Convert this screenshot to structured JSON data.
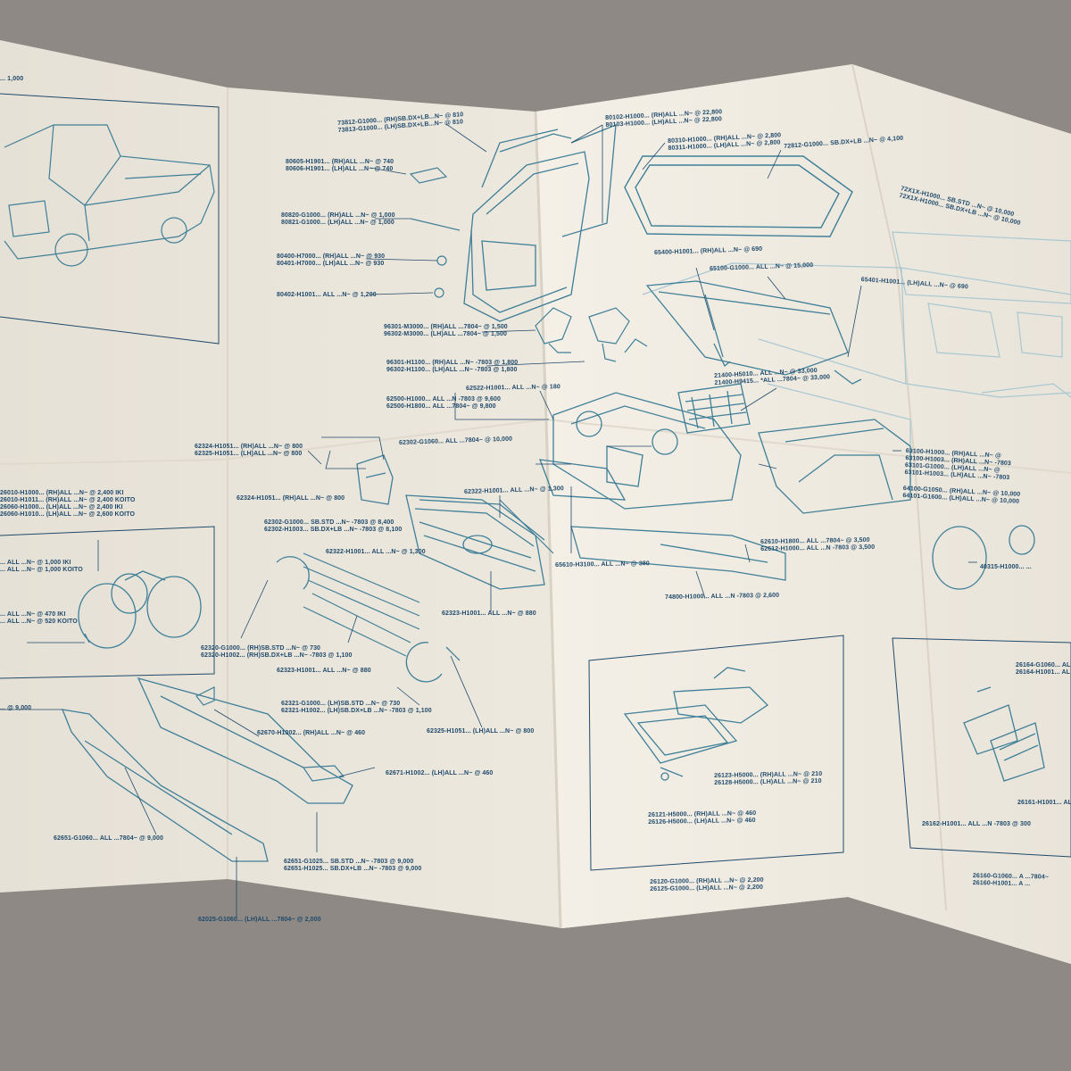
{
  "colors": {
    "paper": "#f2eee4",
    "paper_shadow": "#e4dfd3",
    "background": "#8f8a85",
    "ink": "#1f4a6c",
    "line": "#3f7f98"
  },
  "callouts": {
    "door_glass_upper": [
      "73812-G1000... (RH)SB.DX+LB...N~ @ 810",
      "73813-G1000... (LH)SB.DX+LB...N~ @ 810"
    ],
    "door_panel": [
      "80102-H1000... (RH)ALL ...N~ @ 22,800",
      "80103-H1000... (LH)ALL ...N~ @ 22,800"
    ],
    "door_weatherstrip": [
      "80310-H1000... (RH)ALL ...N~ @ 2,800",
      "80311-H1000... (LH)ALL ...N~ @ 2,800"
    ],
    "windshield": [
      "72812-G1000... SB.DX+LB ...N~ @ 4,100"
    ],
    "rear_glass": [
      "72X1X-H1000... SB.STD ...N~ @ 10,000",
      "72X1X-H1000... SB.DX+LB ...N~ @ 10,000"
    ],
    "door_handle": [
      "80605-H1901... (RH)ALL ...N~ @ 740",
      "80606-H1901... (LH)ALL ...N~ @ 740"
    ],
    "door_moulding": [
      "80820-G1000... (RH)ALL ...N~ @ 1,000",
      "80821-G1000... (LH)ALL ...N~ @ 1,000"
    ],
    "door_lock": [
      "80400-H7000... (RH)ALL ...N~ @ 930",
      "80401-H7000... (LH)ALL ...N~ @ 930"
    ],
    "door_striker": [
      "80402-H1001... ALL ...N~ @ 1,200"
    ],
    "mirror_a": [
      "96301-M3000... (RH)ALL ...7804~ @ 1,500",
      "96302-M3000... (LH)ALL ...7804~ @ 1,500"
    ],
    "mirror_b": [
      "96301-H1100... (RH)ALL ...N~ -7803 @ 1,800",
      "96302-H1100... (LH)ALL ...N~ -7803 @ 1,800"
    ],
    "hood_hinge_rh": [
      "65400-H1001... (RH)ALL ...N~ @ 690"
    ],
    "hood": [
      "65100-G1000... ALL ...N~ @ 15,000"
    ],
    "hood_hinge_lh": [
      "65401-H1001... (LH)ALL ...N~ @ 690"
    ],
    "radiator": [
      "21400-H5010... ALL ...N~ @ 33,000",
      "21400-H9415... *ALL ...7804~ @ 33,000"
    ],
    "radiator_support": [
      "62500-H1000... ALL ...N -7803 @ 9,600",
      "62500-H1800... ALL ...7804~ @ 9,800"
    ],
    "grille_clip_top": [
      "62522-H1001... ALL ...N~ @ 180"
    ],
    "headlamp_bezel": [
      "62324-H1051... (RH)ALL ...N~ @ 800",
      "62325-H1051... (LH)ALL ...N~ @ 800"
    ],
    "grille_upper": [
      "62302-G1060... ALL ...7804~ @ 10,000"
    ],
    "grille_moulding": [
      "62322-H1001... ALL ...N~ @ 1,300"
    ],
    "fender": [
      "63100-H1000... (RH)ALL ...N~ @ ",
      "63100-H1003... (RH)ALL ...N~ -7803",
      "63101-G1000... (LH)ALL ...N~ @ ",
      "63101-H1003... (LH)ALL ...N~ -7803"
    ],
    "fender_moulding": [
      "64100-G1050... (RH)ALL ...N~ @ 10,000",
      "64101-G1600... (LH)ALL ...N~ @ 10,000"
    ],
    "sealed_beam": [
      "26010-H1000... (RH)ALL ...N~ @ 2,400 IKI",
      "26010-H1011... (RH)ALL ...N~ @ 2,400 KOITO",
      "26060-H1000... (LH)ALL ...N~ @ 2,400 IKI",
      "26060-H1010... (LH)ALL ...N~ @ 2,600 KOITO"
    ],
    "headlamp_mount": [
      "... ALL ...N~ @ 1,000 IKI",
      "... ALL ...N~ @ 1,000 KOITO"
    ],
    "headlamp_ring": [
      "... ALL ...N~ @ 470 IKI",
      "... ALL ...N~ @ 520 KOITO"
    ],
    "headlamp_bezel_mid": [
      "62324-H1051... (RH)ALL ...N~ @ 800"
    ],
    "grille_assy": [
      "62302-G1000... SB.STD ...N~ -7803 @ 8,400",
      "62302-H1003... SB.DX+LB ...N~ -7803 @ 8,100"
    ],
    "grille_moulding_mid": [
      "62322-H1001... ALL ...N~ @ 1,300"
    ],
    "grille_lower_moulding_a": [
      "62323-H1001... ALL ...N~ @ 880"
    ],
    "front_panel": [
      "65610-H3100... ALL ...N~ @ 380"
    ],
    "apron": [
      "62610-H1800... ALL ...7804~ @ 3,500",
      "62612-H1000... ALL ...N -7803 @ 3,500"
    ],
    "valance": [
      "74800-H1000... ALL ...N -7803 @ 2,600"
    ],
    "round_lamp": [
      "40315-H1000... ..."
    ],
    "grille_bracket_rh": [
      "62320-G1000... (RH)SB.STD ...N~ @ 730",
      "62320-H1002... (RH)SB.DX+LB ...N~ -7803 @ 1,100"
    ],
    "grille_lower_moulding_b": [
      "62323-H1001... ALL ...N~ @ 880"
    ],
    "grille_bracket_lh": [
      "62321-G1000... (LH)SB.STD ...N~ @ 730",
      "62321-H1002... (LH)SB.DX+LB ...N~ -7803 @ 1,100"
    ],
    "bezel_lh": [
      "62325-H1051... (LH)ALL ...N~ @ 800"
    ],
    "bumper_left": [
      "... @ 9,000"
    ],
    "bumper_bracket_rh": [
      "62670-H1002... (RH)ALL ...N~ @ 460"
    ],
    "bumper_bracket_lh": [
      "62671-H1002... (LH)ALL ...N~ @ 460"
    ],
    "bumper_assy": [
      "62651-G1060... ALL ...7804~ @ 9,000"
    ],
    "bumper_bar": [
      "62651-G1025... SB.STD ...N~ -7803 @ 9,000",
      "62651-H1025... SB.DX+LB ...N~ -7803 @ 9,000"
    ],
    "bumper_end": [
      "62025-G1060... (LH)ALL ...7804~ @ 2,000"
    ],
    "turn_lamp_lens": [
      "26123-H5000... (RH)ALL ...N~ @ 210",
      "26128-H5000... (LH)ALL ...N~ @ 210"
    ],
    "turn_lamp_housing": [
      "26121-H5000... (RH)ALL ...N~ @ 460",
      "26126-H5000... (LH)ALL ...N~ @ 460"
    ],
    "turn_lamp_assy": [
      "26120-G1000... (RH)ALL ...N~ @ 2,200",
      "26125-G1000... (LH)ALL ...N~ @ 2,200"
    ],
    "side_lamp_top": [
      "26164-G1060... AL",
      "26164-H1001... AL"
    ],
    "side_lamp_lens": [
      "26161-H1001... AL"
    ],
    "side_lamp_base": [
      "26162-H1001... ALL ...N -7803 @ 300"
    ],
    "side_lamp_assy": [
      "26160-G1060... A ...7804~",
      "26160-H1001... A ..."
    ],
    "corner_top": [
      "... 1,000"
    ]
  }
}
